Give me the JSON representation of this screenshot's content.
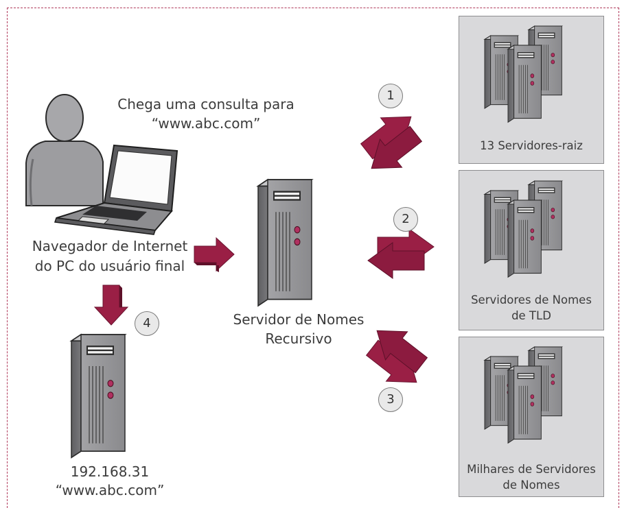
{
  "query_caption": {
    "line1": "Chega uma consulta para",
    "line2": "“www.abc.com”"
  },
  "client": {
    "line1": "Navegador de Internet",
    "line2": "do PC do usuário final"
  },
  "recursive": {
    "line1": "Servidor de Nomes",
    "line2": "Recursivo"
  },
  "target": {
    "line1": "192.168.31",
    "line2": "“www.abc.com”"
  },
  "root_box": {
    "label": "13 Servidores-raiz"
  },
  "tld_box": {
    "line1": "Servidores de Nomes",
    "line2": "de TLD"
  },
  "auth_box": {
    "line1": "Milhares de Servidores",
    "line2": "de Nomes"
  },
  "steps": [
    "1",
    "2",
    "3",
    "4"
  ],
  "colors": {
    "arrow": "#9a1f45",
    "arrow_dark": "#6a1430",
    "frame": "#b0385a",
    "box_fill": "#d9d9db",
    "server_body": "#8f8f92",
    "text": "#3c3c3c"
  },
  "icons": [
    "user-icon",
    "laptop-icon",
    "server-icon",
    "server-cluster-icon",
    "arrow-icon",
    "double-arrow-icon"
  ]
}
